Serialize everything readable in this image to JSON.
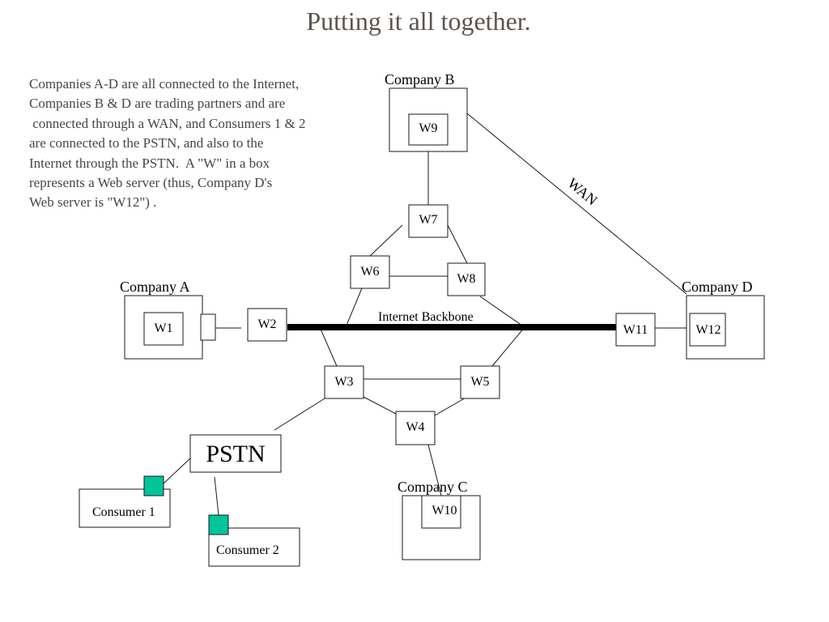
{
  "title": "Putting it all together.",
  "intro": {
    "lines": [
      "Companies A-D are all connected to the Internet,",
      "Companies B & D are trading partners and are",
      " connected through a WAN, and Consumers 1 & 2",
      "are connected to the PSTN, and also to the",
      "Internet through the PSTN.  A \"W\" in a box",
      "represents a Web server (thus, Company D's",
      "Web server is \"W12\") ."
    ]
  },
  "companies": {
    "a": "Company A",
    "b": "Company B",
    "c": "Company C",
    "d": "Company D"
  },
  "servers": {
    "w1": "W1",
    "w2": "W2",
    "w3": "W3",
    "w4": "W4",
    "w5": "W5",
    "w6": "W6",
    "w7": "W7",
    "w8": "W8",
    "w9": "W9",
    "w10": "W10",
    "w11": "W11",
    "w12": "W12"
  },
  "network": {
    "backbone_label": "Internet Backbone",
    "wan_label": "WAN",
    "pstn_label": "PSTN"
  },
  "consumers": {
    "c1": "Consumer 1",
    "c2": "Consumer 2"
  },
  "colors": {
    "modem": "#00c49a",
    "title": "#5b554e",
    "body_text": "#4a4540"
  }
}
